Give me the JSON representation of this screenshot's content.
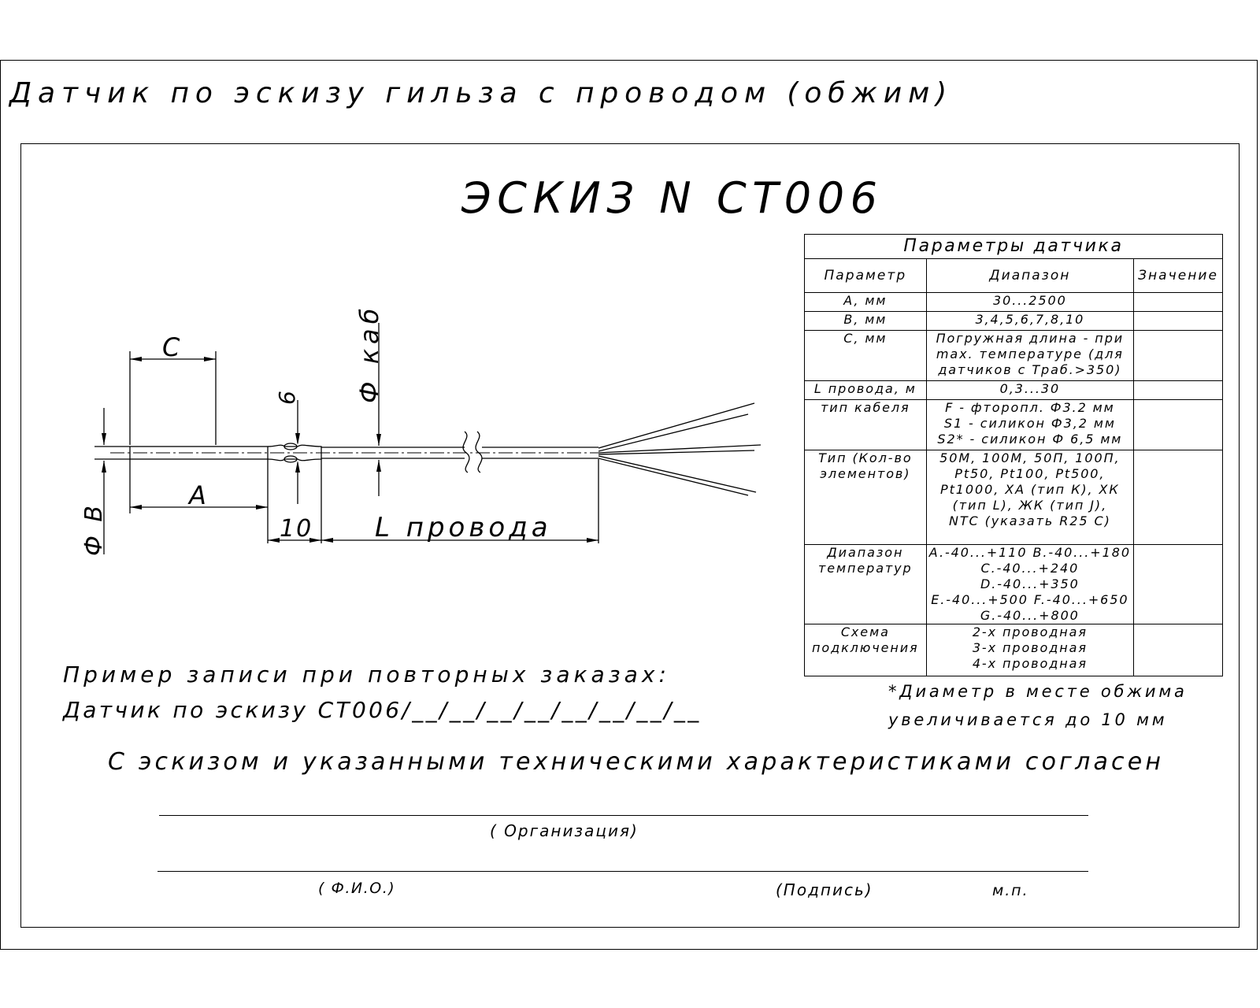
{
  "header": "Датчик по эскизу гильза с проводом (обжим)",
  "title": "ЭСКИЗ N CT006",
  "drawing": {
    "label_c": "C",
    "label_a": "A",
    "label_b": "Ф В",
    "label_6": "6",
    "label_kab": "Ф каб",
    "label_10": "10",
    "label_l": "L провода"
  },
  "params_table": {
    "caption": "Параметры датчика",
    "headers": [
      "Параметр",
      "Диапазон",
      "Значение"
    ],
    "rows": [
      {
        "param": "A, мм",
        "range": [
          "30...2500"
        ],
        "value": ""
      },
      {
        "param": "B, мм",
        "range": [
          "3,4,5,6,7,8,10"
        ],
        "value": ""
      },
      {
        "param": "C, мм",
        "range": [
          "Погружная длина - при",
          "max. температуре (для",
          "датчиков с Траб.>350)"
        ],
        "value": ""
      },
      {
        "param": "L провода, м",
        "range": [
          "0,3...30"
        ],
        "value": ""
      },
      {
        "param": "тип кабеля",
        "range": [
          "F - фторопл. Ф3.2 мм",
          "S1 - силикон Ф3,2 мм",
          "S2* - силикон Ф 6,5 мм"
        ],
        "value": ""
      },
      {
        "param": "Тип (Кол-во элементов)",
        "range": [
          "50М, 100М, 50П, 100П,",
          "Pt50, Pt100, Pt500,",
          "Pt1000, ХА (тип К), ХК",
          "(тип L), ЖК (тип J),",
          "NTC (указать R25 C)"
        ],
        "value": ""
      },
      {
        "param": "Диапазон температур",
        "range": [
          "A.-40...+110  B.-40...+180",
          "C.-40...+240  D.-40...+350",
          "E.-40...+500  F.-40...+650",
          "G.-40...+800"
        ],
        "value": ""
      },
      {
        "param": "Схема подключения",
        "range": [
          "2-х проводная",
          "3-х проводная",
          "4-х проводная"
        ],
        "value": ""
      }
    ]
  },
  "example_heading": "Пример записи при повторных заказах:",
  "example_code": "Датчик по эскизу CT006/__/__/__/__/__/__/__/__",
  "note_line1": "*Диаметр в месте обжима",
  "note_line2": "увеличивается до 10 мм",
  "agreement": "С эскизом  и указанными техническими характеристиками согласен",
  "signature": {
    "organization": "( Организация)",
    "fio": "( Ф.И.О.)",
    "sign": "(Подпись)",
    "stamp": "м.п."
  }
}
